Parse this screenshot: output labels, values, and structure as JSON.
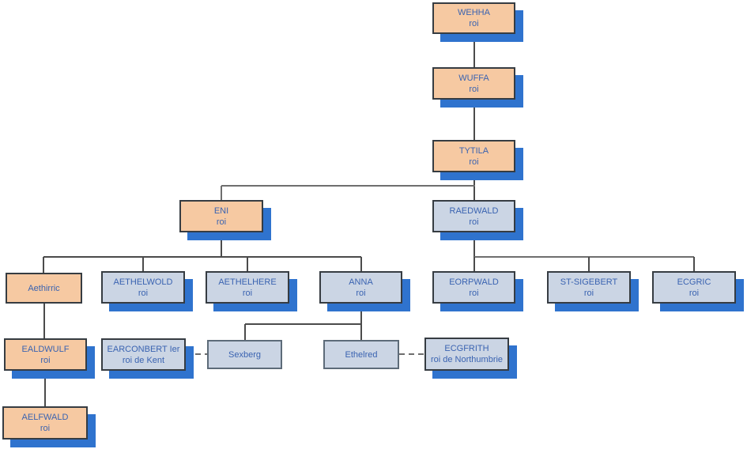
{
  "diagram": {
    "type": "family-tree",
    "colors": {
      "king_box_fill_orange": "#F6C9A2",
      "box_fill_blue": "#CBD5E4",
      "drop_shadow_blue": "#2F73CE",
      "text_blue": "#3A63B1",
      "border_dark": "#363C42",
      "connector_gray": "#6E6E6E",
      "connector_dark": "#4B4B4B"
    }
  },
  "nodes": {
    "wehha": {
      "name": "WEHHA",
      "title": "roi"
    },
    "wuffa": {
      "name": "WUFFA",
      "title": "roi"
    },
    "tytila": {
      "name": "TYTILA",
      "title": "roi"
    },
    "eni": {
      "name": "ENI",
      "title": "roi"
    },
    "raedwald": {
      "name": "RAEDWALD",
      "title": "roi"
    },
    "aethirric": {
      "name": "Aethirric",
      "title": ""
    },
    "aethelwold": {
      "name": "AETHELWOLD",
      "title": "roi"
    },
    "aethelhere": {
      "name": "AETHELHERE",
      "title": "roi"
    },
    "anna": {
      "name": "ANNA",
      "title": "roi"
    },
    "eorpwald": {
      "name": "EORPWALD",
      "title": "roi"
    },
    "st_sigebert": {
      "name": "ST-SIGEBERT",
      "title": "roi"
    },
    "ecgric": {
      "name": "ECGRIC",
      "title": "roi"
    },
    "ealdwulf": {
      "name": "EALDWULF",
      "title": "roi"
    },
    "earconbert": {
      "name": "EARCONBERT Ier",
      "title": "roi de Kent"
    },
    "sexberg": {
      "name": "Sexberg",
      "title": ""
    },
    "ethelred": {
      "name": "Ethelred",
      "title": ""
    },
    "ecgfrith": {
      "name": "ECGFRITH",
      "title": "roi de Northumbrie"
    },
    "aelfwald": {
      "name": "AELFWALD",
      "title": ""
    },
    "aelfwald_title": "roi"
  },
  "relations": {
    "parent_child": [
      [
        "WEHHA",
        "WUFFA"
      ],
      [
        "WUFFA",
        "TYTILA"
      ],
      [
        "TYTILA",
        "ENI"
      ],
      [
        "TYTILA",
        "RAEDWALD"
      ],
      [
        "ENI",
        "Aethirric"
      ],
      [
        "ENI",
        "AETHELWOLD"
      ],
      [
        "ENI",
        "AETHELHERE"
      ],
      [
        "ENI",
        "ANNA"
      ],
      [
        "RAEDWALD",
        "EORPWALD"
      ],
      [
        "RAEDWALD",
        "ST-SIGEBERT"
      ],
      [
        "RAEDWALD",
        "ECGRIC"
      ],
      [
        "Aethirric",
        "EALDWULF"
      ],
      [
        "EALDWULF",
        "AELFWALD"
      ],
      [
        "ANNA",
        "Sexberg"
      ],
      [
        "ANNA",
        "Ethelred"
      ]
    ],
    "dashed_links": [
      [
        "EARCONBERT Ier",
        "Sexberg"
      ],
      [
        "Ethelred",
        "ECGFRITH"
      ]
    ]
  }
}
